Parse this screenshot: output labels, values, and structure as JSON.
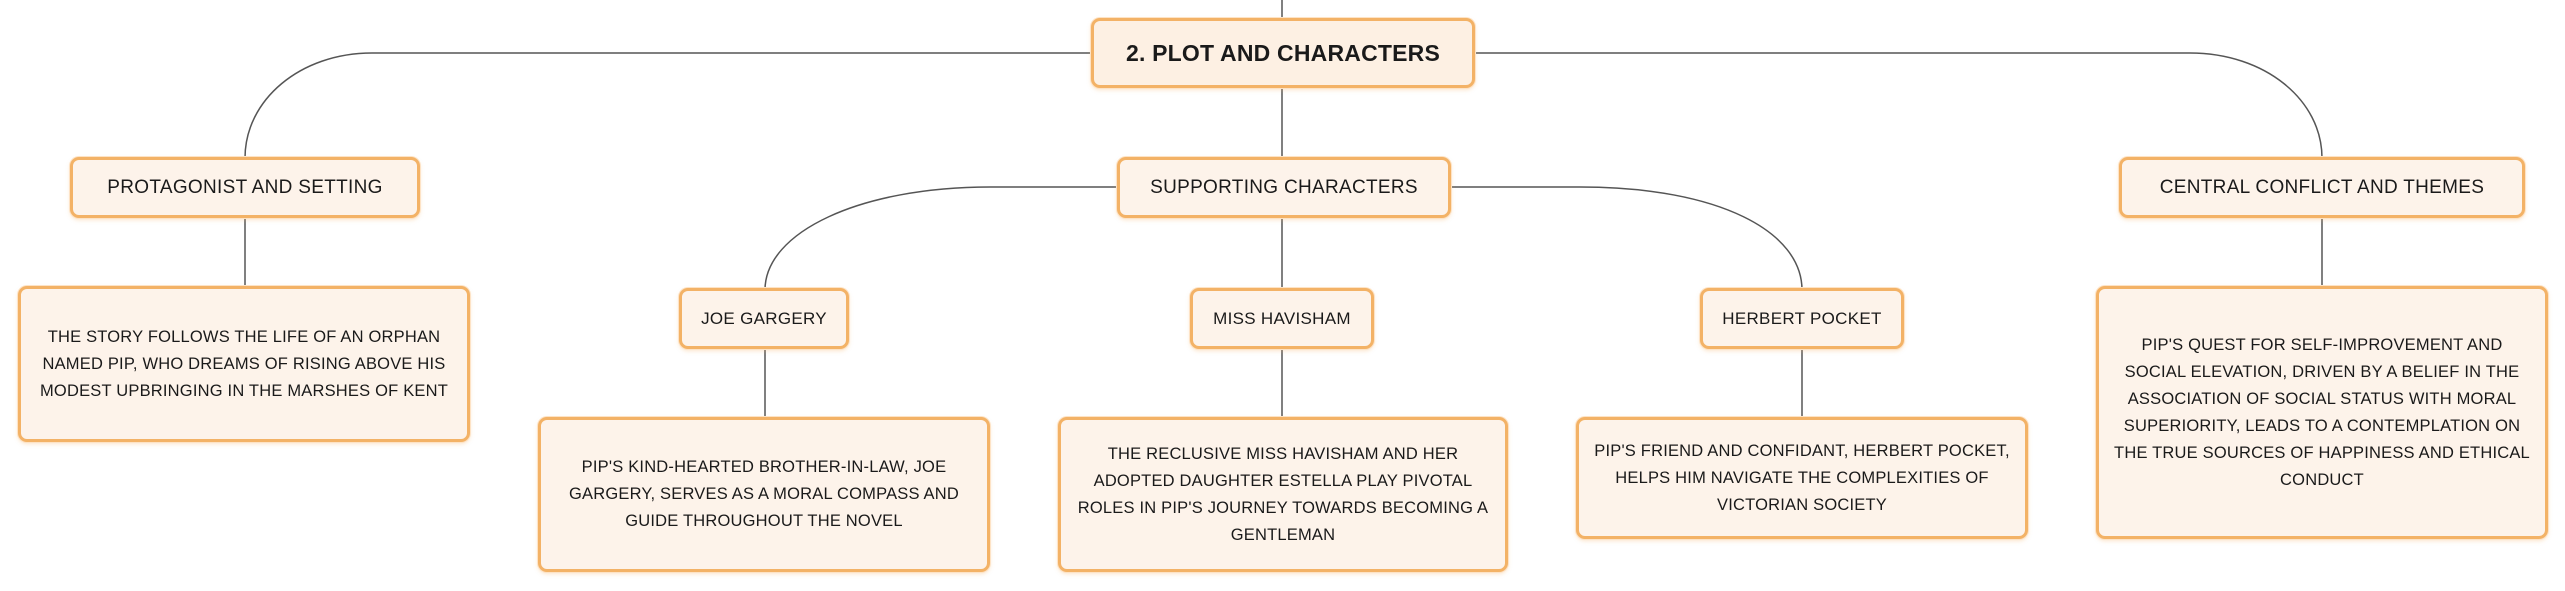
{
  "title": "2. PLOT AND CHARACTERS",
  "topics": {
    "protagonist": "PROTAGONIST AND SETTING",
    "supporting": "SUPPORTING CHARACTERS",
    "conflict": "CENTRAL CONFLICT AND THEMES"
  },
  "characters": {
    "joe": "JOE GARGERY",
    "havisham": "MISS HAVISHAM",
    "herbert": "HERBERT POCKET"
  },
  "details": {
    "protagonist": "THE STORY FOLLOWS THE LIFE OF AN ORPHAN NAMED PIP, WHO DREAMS OF RISING ABOVE HIS MODEST UPBRINGING IN THE MARSHES OF KENT",
    "joe": "PIP'S KIND-HEARTED BROTHER-IN-LAW, JOE GARGERY, SERVES AS A MORAL COMPASS AND GUIDE THROUGHOUT THE NOVEL",
    "havisham": "THE RECLUSIVE MISS HAVISHAM AND HER ADOPTED DAUGHTER ESTELLA PLAY PIVOTAL ROLES IN PIP'S JOURNEY TOWARDS BECOMING A GENTLEMAN",
    "herbert": "PIP'S FRIEND AND CONFIDANT, HERBERT POCKET, HELPS HIM NAVIGATE THE COMPLEXITIES OF VICTORIAN SOCIETY",
    "conflict": "PIP'S QUEST FOR SELF-IMPROVEMENT AND SOCIAL ELEVATION, DRIVEN BY A BELIEF IN THE ASSOCIATION OF SOCIAL STATUS WITH MORAL SUPERIORITY, LEADS TO A CONTEMPLATION ON THE TRUE SOURCES OF HAPPINESS AND ETHICAL CONDUCT"
  },
  "colors": {
    "node_border": "#f3b266",
    "node_fill": "#fdf3ea",
    "connector": "#555555"
  }
}
